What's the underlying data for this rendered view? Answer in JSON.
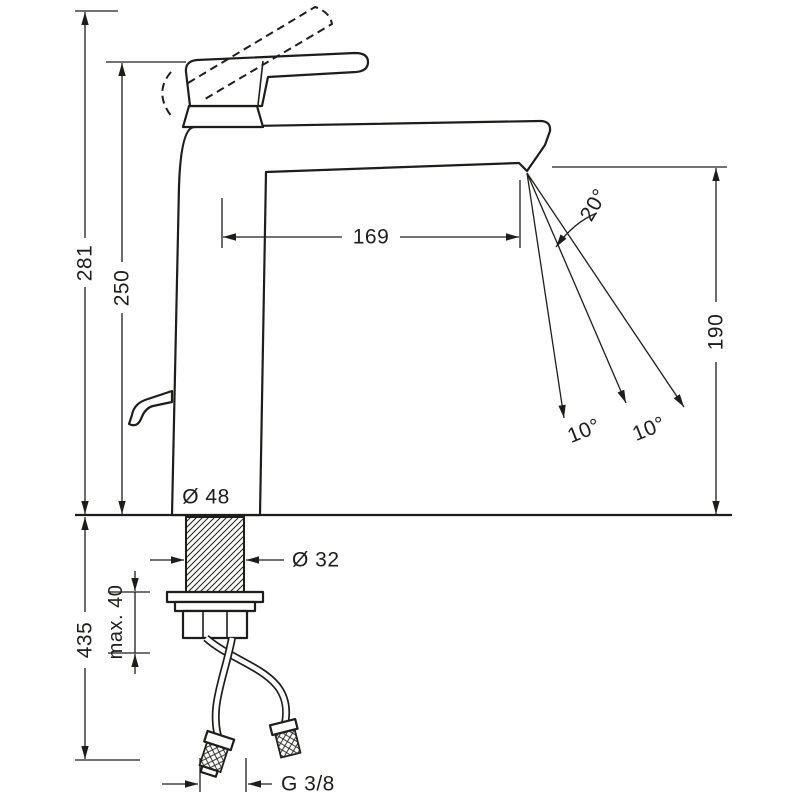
{
  "page": {
    "background": "#ffffff"
  },
  "drawing": {
    "line_color": "#1d1d1b",
    "labels": {
      "overall_height": "281",
      "body_height": "250",
      "spout_reach": "169",
      "outlet_height": "190",
      "stream_angle": "20°",
      "swivel_left": "10°",
      "swivel_right": "10°",
      "base_diameter": "Ø 48",
      "shank_diameter": "Ø 32",
      "below_counter_height": "435",
      "max_counter_thickness": "max. 40",
      "hose_thread": "G 3/8"
    }
  }
}
